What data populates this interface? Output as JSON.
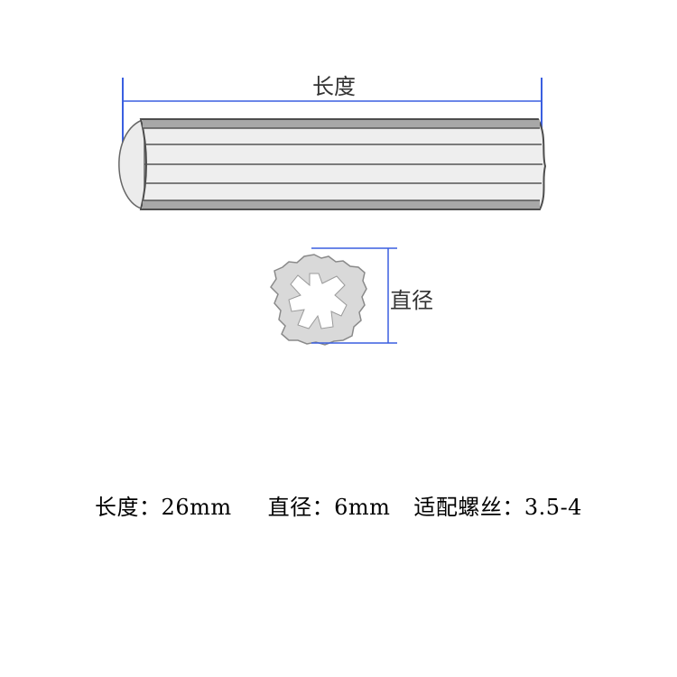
{
  "diagram": {
    "length_label": "长度",
    "diameter_label": "直径",
    "dimension_line_color": "#3a5fe0",
    "dowel_fill": "#e9e9e9",
    "dowel_outline": "#555555",
    "cross_section_fill": "#d8d8d8"
  },
  "specs": {
    "length": "长度：26mm",
    "diameter": "直径：6mm",
    "screw_fit": "适配螺丝：3.5-4"
  }
}
